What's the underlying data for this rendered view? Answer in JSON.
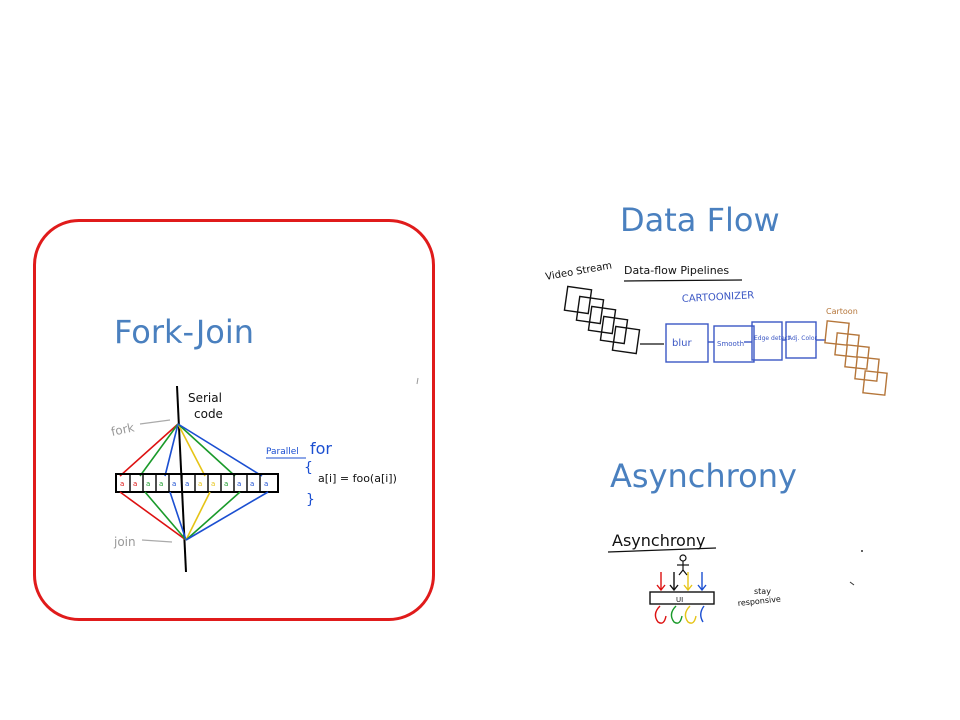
{
  "slide": {
    "headings": {
      "fork_join": "Fork-Join",
      "data_flow": "Data Flow",
      "asynchrony": "Asynchrony"
    }
  },
  "fork_join_sketch": {
    "serial_code": [
      "Serial",
      "code"
    ],
    "fork_label": "fork",
    "join_label": "join",
    "parallel_for": [
      "Parallel",
      "for"
    ],
    "code_line": "a[i] = foo(a[i])"
  },
  "data_flow_sketch": {
    "video_stream": "Video Stream",
    "pipeline_title": "Data-flow Pipelines",
    "subtitle": "CARTOONIZER",
    "stages": [
      "blur",
      "Smooth",
      "Edge detect",
      "Adj. Color"
    ],
    "output_label": "Cartoon"
  },
  "async_sketch": {
    "title": "Asynchrony",
    "ui_label": "UI",
    "note": [
      "stay",
      "responsive"
    ]
  },
  "colors": {
    "heading": "#4a80bf",
    "highlight_border": "#e01b1b",
    "stage_blue": "#3b57c4",
    "output_brown": "#b5763a"
  }
}
